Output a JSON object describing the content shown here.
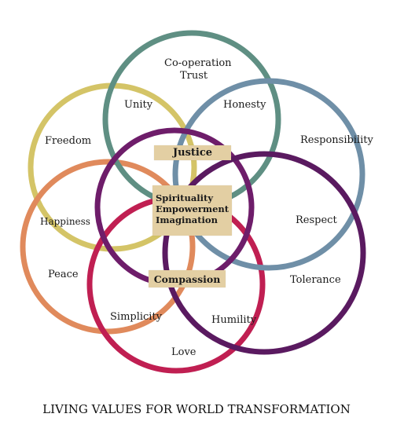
{
  "diagram": {
    "rings": [
      {
        "id": "ring-yellow",
        "color": "#d4c467"
      },
      {
        "id": "ring-orange",
        "color": "#e08a5c"
      },
      {
        "id": "ring-crimson",
        "color": "#c01f52"
      },
      {
        "id": "ring-green",
        "color": "#5f8f83"
      },
      {
        "id": "ring-blue",
        "color": "#6f8fa7"
      },
      {
        "id": "ring-purple-left",
        "color": "#6e1d6a"
      },
      {
        "id": "ring-purple-right",
        "color": "#5a1a60"
      }
    ],
    "labels": {
      "cooperation": "Co-operation",
      "trust": "Trust",
      "unity": "Unity",
      "honesty": "Honesty",
      "freedom": "Freedom",
      "responsibility": "Responsibility",
      "happiness": "Happiness",
      "respect": "Respect",
      "peace": "Peace",
      "tolerance": "Tolerance",
      "simplicity": "Simplicity",
      "humility": "Humility",
      "love": "Love"
    },
    "boxes": {
      "justice": "Justice",
      "spirituality": "Spirituality",
      "empowerment": "Empowerment",
      "imagination": "Imagination",
      "compassion": "Compassion"
    },
    "box_color": "#e3cfa3"
  },
  "footer": {
    "title": "LIVING VALUES FOR WORLD TRANSFORMATION"
  }
}
